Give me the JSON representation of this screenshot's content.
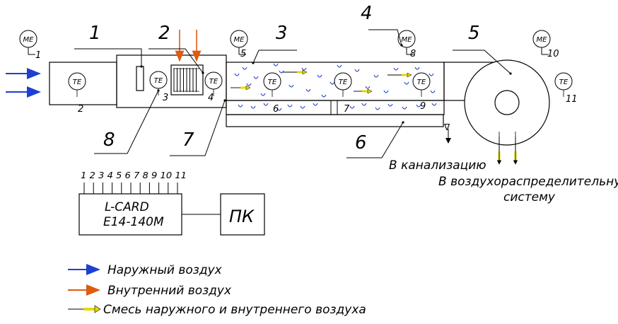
{
  "numbers": {
    "n1": "1",
    "n2": "2",
    "n3": "3",
    "n4": "4",
    "n5": "5",
    "n6": "6",
    "n7": "7",
    "n8": "8"
  },
  "sensors": {
    "me": "ME",
    "te": "TE",
    "me_ids": [
      "1",
      "5",
      "8",
      "10"
    ],
    "te_ids": [
      "2",
      "3",
      "4",
      "6",
      "7",
      "9",
      "11"
    ]
  },
  "captions": {
    "sewer": "В канализацию",
    "distribution_line1": "В воздухораспределительную",
    "distribution_line2": "систему"
  },
  "daq": {
    "channels": "1 2 3 4 5 6 7 8 9 10 11",
    "name_line1": "L-CARD",
    "name_line2": "E14-140M",
    "pc": "ПК"
  },
  "legend": {
    "outdoor": "Наружный воздух",
    "indoor": "Внутренний воздух",
    "mix": "Смесь наружного и внутреннего воздуха"
  },
  "colors": {
    "outdoor": "#1f3fd0",
    "indoor": "#e05a10",
    "mix": "#e8d800",
    "line": "#000000"
  }
}
